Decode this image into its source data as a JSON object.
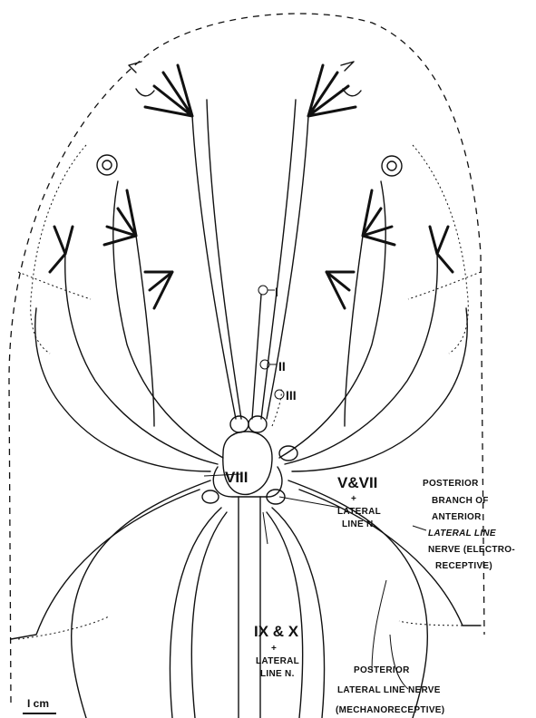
{
  "labels": {
    "nerve_I": "I",
    "nerve_II": "II",
    "nerve_III": "III",
    "nerve_VIII": "VIII",
    "nerve_V_VII": "V&VII",
    "plus_1": "+",
    "lateral_1": "LATERAL",
    "line_n_1": "LINE N.",
    "nerve_IX_X": "IX & X",
    "plus_2": "+",
    "lateral_2": "LATERAL",
    "line_n_2": "LINE N.",
    "post_branch_1": "POSTERIOR",
    "post_branch_2": "BRANCH OF",
    "post_branch_3": "ANTERIOR",
    "post_branch_4": "LATERAL LINE",
    "post_branch_5": "NERVE (ELECTRO-",
    "post_branch_6": "RECEPTIVE)",
    "post_ll_1": "POSTERIOR",
    "post_ll_2": "LATERAL LINE NERVE",
    "post_ll_3": "(MECHANORECEPTIVE)",
    "scale": "I cm"
  }
}
